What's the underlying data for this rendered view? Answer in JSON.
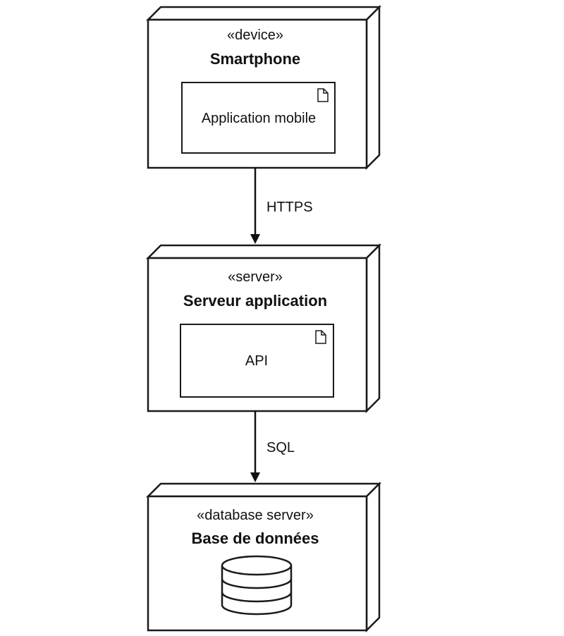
{
  "diagram": {
    "nodes": [
      {
        "id": "smartphone",
        "stereotype": "«device»",
        "name": "Smartphone",
        "artifact": {
          "label": "Application mobile",
          "icon": "document-icon"
        }
      },
      {
        "id": "app-server",
        "stereotype": "«server»",
        "name": "Serveur application",
        "artifact": {
          "label": "API",
          "icon": "document-icon"
        }
      },
      {
        "id": "database",
        "stereotype": "«database server»",
        "name": "Base de données",
        "icon": "database-cylinder-icon"
      }
    ],
    "connections": [
      {
        "from": "smartphone",
        "to": "app-server",
        "label": "HTTPS"
      },
      {
        "from": "app-server",
        "to": "database",
        "label": "SQL"
      }
    ]
  }
}
